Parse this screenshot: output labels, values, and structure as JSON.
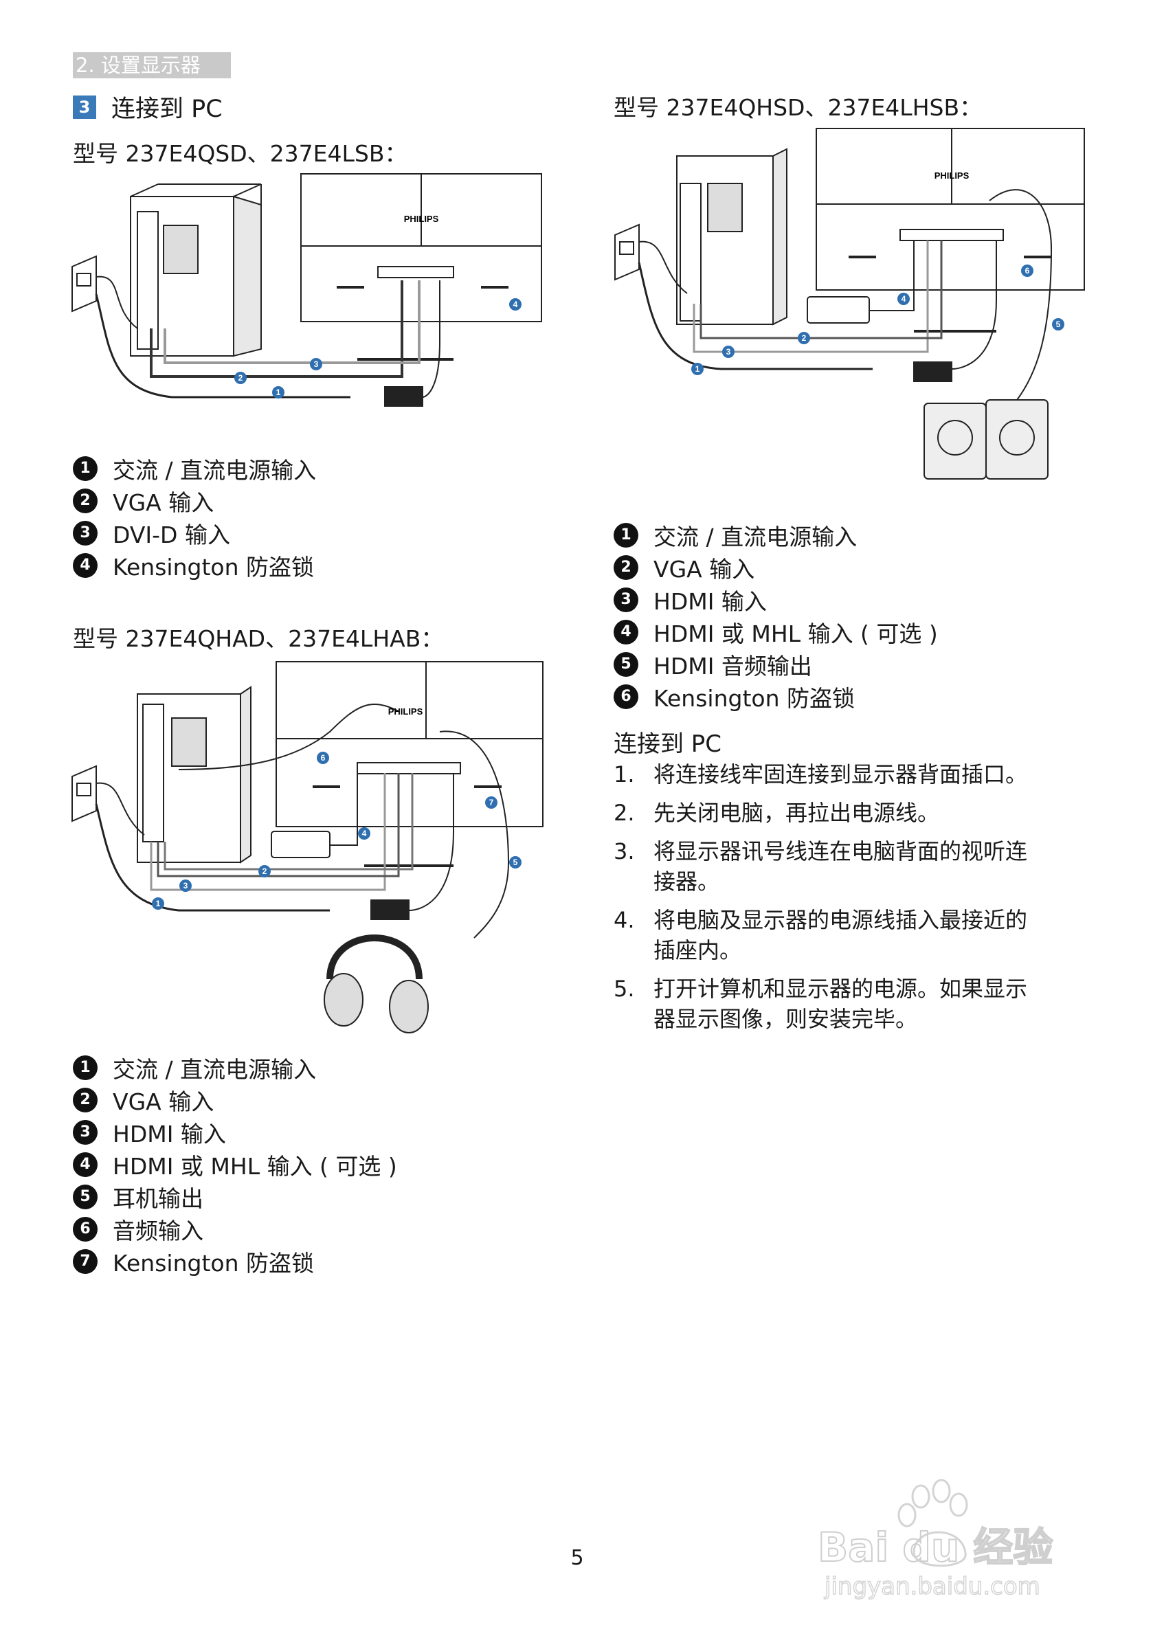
{
  "header": {
    "section_tab": "2. 设置显示器",
    "step_number": "3",
    "step_title": "连接到 PC"
  },
  "models": {
    "model1": "型号 237E4QSD、237E4LSB：",
    "model2": "型号 237E4QHAD、237E4LHAB：",
    "model3": "型号 237E4QHSD、237E4LHSB："
  },
  "legend1": [
    {
      "num": "1",
      "text": "交流 / 直流电源输入"
    },
    {
      "num": "2",
      "text": "VGA 输入"
    },
    {
      "num": "3",
      "text": "DVI-D 输入"
    },
    {
      "num": "4",
      "text": "Kensington 防盗锁"
    }
  ],
  "legend2": [
    {
      "num": "1",
      "text": "交流 / 直流电源输入"
    },
    {
      "num": "2",
      "text": "VGA 输入"
    },
    {
      "num": "3",
      "text": "HDMI 输入"
    },
    {
      "num": "4",
      "text": "HDMI 或 MHL 输入 ( 可选 )"
    },
    {
      "num": "5",
      "text": "耳机输出"
    },
    {
      "num": "6",
      "text": "音频输入"
    },
    {
      "num": "7",
      "text": "Kensington 防盗锁"
    }
  ],
  "legend3": [
    {
      "num": "1",
      "text": "交流 / 直流电源输入"
    },
    {
      "num": "2",
      "text": "VGA 输入"
    },
    {
      "num": "3",
      "text": "HDMI 输入"
    },
    {
      "num": "4",
      "text": "HDMI 或 MHL 输入 ( 可选 )"
    },
    {
      "num": "5",
      "text": "HDMI 音频输出"
    },
    {
      "num": "6",
      "text": "Kensington 防盗锁"
    }
  ],
  "connect": {
    "title": "连接到 PC",
    "steps": [
      {
        "num": "1.",
        "line1": "将连接线牢固连接到显示器背面插口。",
        "line2": ""
      },
      {
        "num": "2.",
        "line1": "先关闭电脑，再拉出电源线。",
        "line2": ""
      },
      {
        "num": "3.",
        "line1": "将显示器讯号线连在电脑背面的视听连",
        "line2": "接器。"
      },
      {
        "num": "4.",
        "line1": "将电脑及显示器的电源线插入最接近的",
        "line2": "插座内。"
      },
      {
        "num": "5.",
        "line1": "打开计算机和显示器的电源。如果显示",
        "line2": "器显示图像，则安装完毕。"
      }
    ]
  },
  "diagram_labels": {
    "brand": "PHILIPS",
    "c1": "1",
    "c2": "2",
    "c3": "3",
    "c4": "4",
    "c5": "5",
    "c6": "6",
    "c7": "7"
  },
  "page_number": "5",
  "watermark": {
    "logo": "Bai du 经验",
    "url": "jingyan.baidu.com"
  }
}
